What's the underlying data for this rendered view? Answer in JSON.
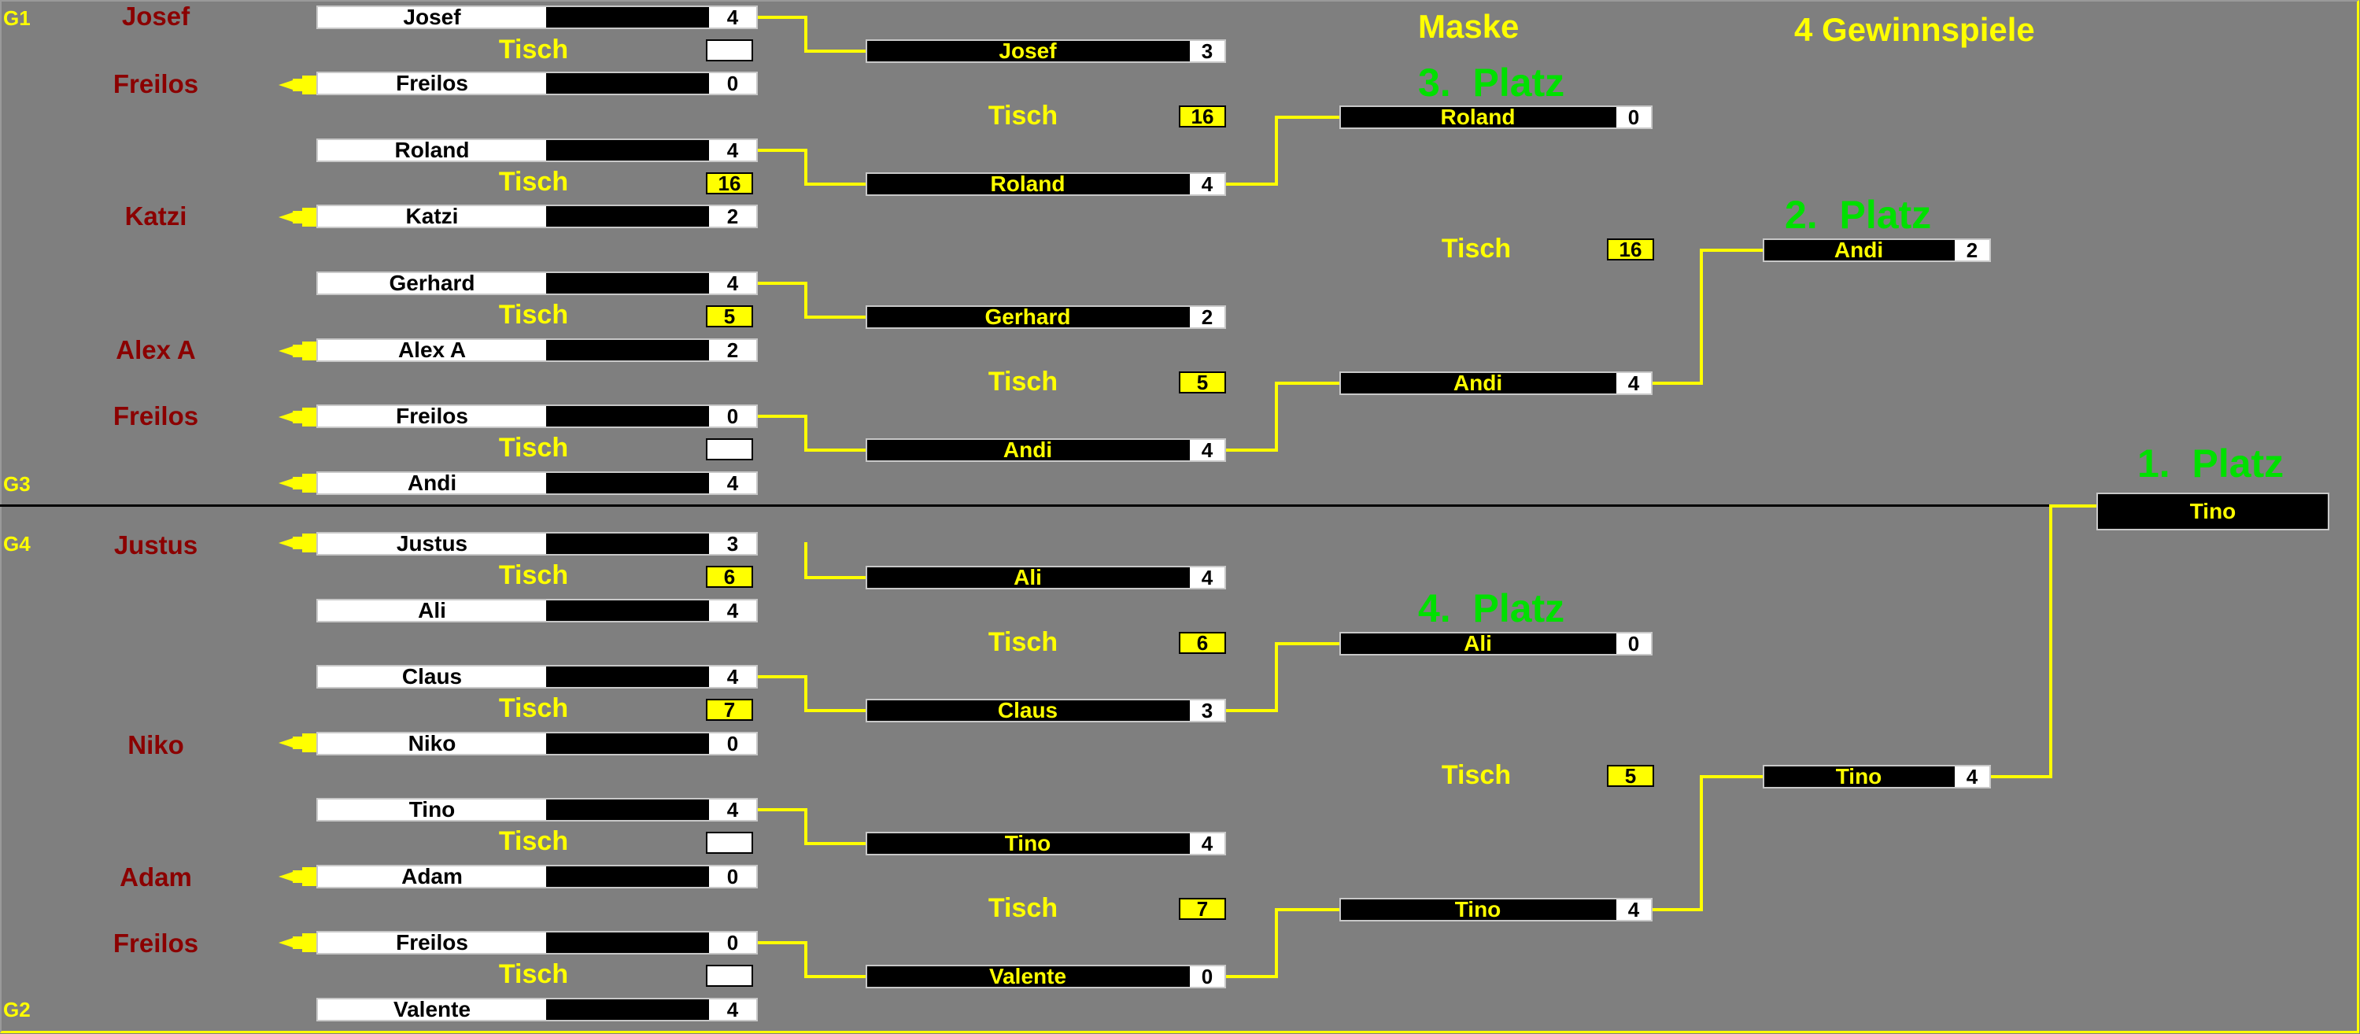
{
  "header": {
    "mask": "Maske",
    "mode": "4 Gewinnspiele"
  },
  "groups": {
    "g1": "G1",
    "g3": "G3",
    "g4": "G4",
    "g2": "G2"
  },
  "table_label": "Tisch",
  "players": [
    "Josef",
    "Freilos",
    "Katzi",
    "Alex A",
    "Freilos",
    "Justus",
    "Niko",
    "Adam",
    "Freilos"
  ],
  "round1": [
    {
      "name": "Josef",
      "score": "4"
    },
    {
      "name": "Freilos",
      "score": "0"
    },
    {
      "name": "Roland",
      "score": "4"
    },
    {
      "name": "Katzi",
      "score": "2"
    },
    {
      "name": "Gerhard",
      "score": "4"
    },
    {
      "name": "Alex A",
      "score": "2"
    },
    {
      "name": "Freilos",
      "score": "0"
    },
    {
      "name": "Andi",
      "score": "4"
    },
    {
      "name": "Justus",
      "score": "3"
    },
    {
      "name": "Ali",
      "score": "4"
    },
    {
      "name": "Claus",
      "score": "4"
    },
    {
      "name": "Niko",
      "score": "0"
    },
    {
      "name": "Tino",
      "score": "4"
    },
    {
      "name": "Adam",
      "score": "0"
    },
    {
      "name": "Freilos",
      "score": "0"
    },
    {
      "name": "Valente",
      "score": "4"
    }
  ],
  "round1_tables": [
    "",
    "16",
    "5",
    "",
    "6",
    "7",
    "",
    ""
  ],
  "round2": [
    {
      "name": "Josef",
      "score": "3"
    },
    {
      "name": "Roland",
      "score": "4"
    },
    {
      "name": "Gerhard",
      "score": "2"
    },
    {
      "name": "Andi",
      "score": "4"
    },
    {
      "name": "Ali",
      "score": "4"
    },
    {
      "name": "Claus",
      "score": "3"
    },
    {
      "name": "Tino",
      "score": "4"
    },
    {
      "name": "Valente",
      "score": "0"
    }
  ],
  "round2_tables": [
    "16",
    "5",
    "6",
    "7"
  ],
  "round3": [
    {
      "name": "Roland",
      "score": "0"
    },
    {
      "name": "Andi",
      "score": "4"
    },
    {
      "name": "Ali",
      "score": "0"
    },
    {
      "name": "Tino",
      "score": "4"
    }
  ],
  "round3_tables": [
    "16",
    "5"
  ],
  "round4": [
    {
      "name": "Andi",
      "score": "2"
    },
    {
      "name": "Tino",
      "score": "4"
    }
  ],
  "champion": {
    "name": "Tino"
  },
  "places": {
    "first": "1.  Platz",
    "second": "2.  Platz",
    "third": "3.  Platz",
    "fourth": "4.  Platz"
  },
  "colors": {
    "background": "#7f7f7f",
    "accent": "#ffff00",
    "player": "#8b0000",
    "place": "#00e000"
  }
}
